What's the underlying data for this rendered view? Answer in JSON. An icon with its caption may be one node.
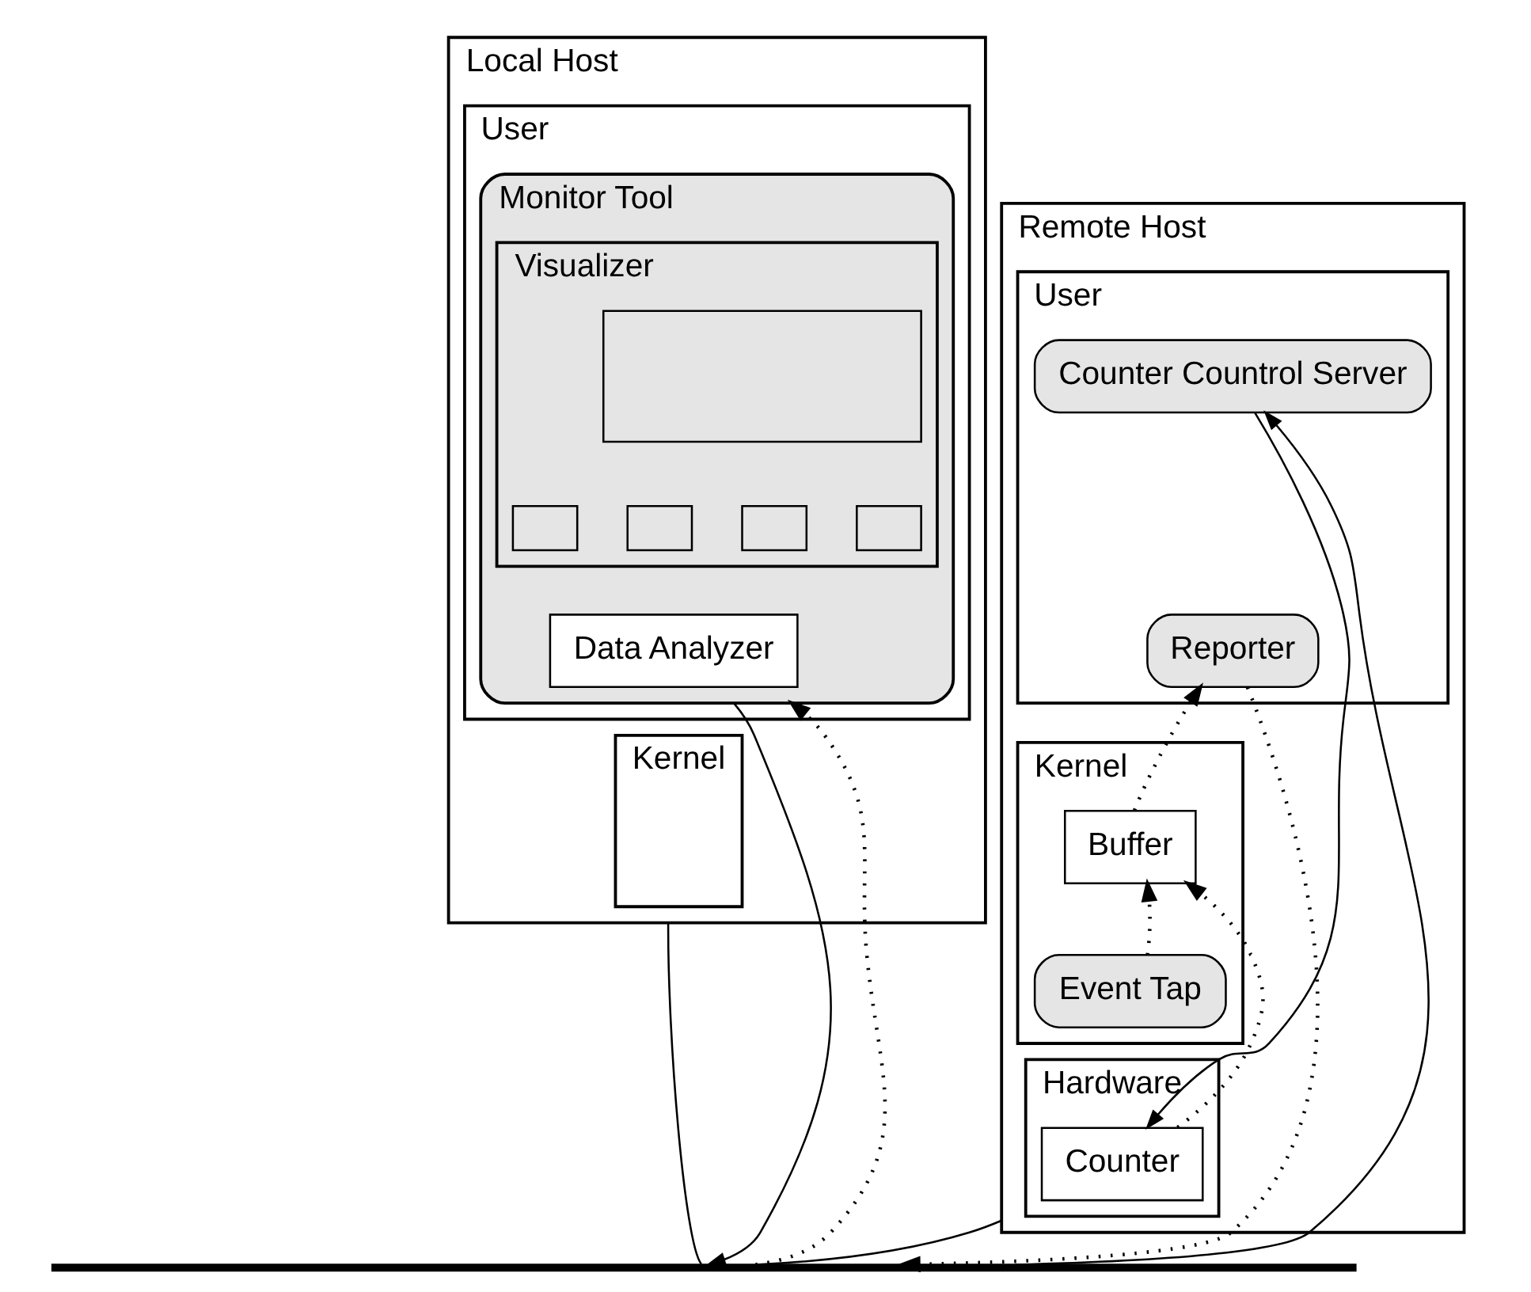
{
  "diagram": {
    "nodes": [
      {
        "text": [
          "Local Host"
        ]
      },
      {
        "text": [
          "User"
        ],
        "in": 0
      },
      {
        "text": [
          "Monitor Tool"
        ],
        "in": 1
      },
      {
        "text": [
          "Visualizer"
        ],
        "in": 2
      },
      {
        "text": [],
        "shape": "box",
        "in": 3
      },
      {
        "text": [],
        "shape": "box",
        "in": 3
      },
      {
        "text": [],
        "shape": "box",
        "in": 3
      },
      {
        "text": [],
        "shape": "box",
        "in": 3
      },
      {
        "text": [],
        "shape": "box",
        "in": 3
      },
      {
        "text": [
          "Data Analyzer"
        ],
        "in": 2
      },
      {
        "text": [
          "Kernel"
        ],
        "in": 0
      },
      {
        "text": [
          "Remote Host"
        ]
      },
      {
        "text": [
          "User"
        ],
        "in": 11
      },
      {
        "text": [
          "Counter Countrol Server"
        ],
        "in": 12
      },
      {
        "text": [
          "Reporter"
        ],
        "in": 12
      },
      {
        "text": [
          "Kernel"
        ],
        "in": 11
      },
      {
        "text": [
          "Buffer"
        ],
        "in": 15
      },
      {
        "text": [
          "Event Tap"
        ],
        "in": 15
      },
      {
        "text": [
          "Hardware"
        ],
        "in": 11
      },
      {
        "text": [
          "Counter"
        ],
        "in": 18
      },
      {
        "text": [],
        "shape": "bar"
      }
    ],
    "edges": [
      {
        "from": 2,
        "to": 20,
        "arrow": "to"
      },
      {
        "from": 20,
        "to": 2,
        "arrow": "to",
        "style": "dashed"
      },
      {
        "from": 0,
        "to": 20,
        "arrow": "none"
      },
      {
        "from": 13,
        "to": 19,
        "arrow": "to"
      },
      {
        "from": 20,
        "to": 13,
        "arrow": "to"
      },
      {
        "from": 17,
        "to": 16,
        "arrow": "to",
        "style": "dashed"
      },
      {
        "from": 16,
        "to": 14,
        "arrow": "to",
        "style": "dashed"
      },
      {
        "from": 19,
        "to": 16,
        "arrow": "to",
        "style": "dashed"
      },
      {
        "from": 14,
        "to": 20,
        "arrow": "to",
        "style": "dashed"
      },
      {
        "from": 11,
        "to": 20,
        "arrow": "none"
      }
    ]
  }
}
